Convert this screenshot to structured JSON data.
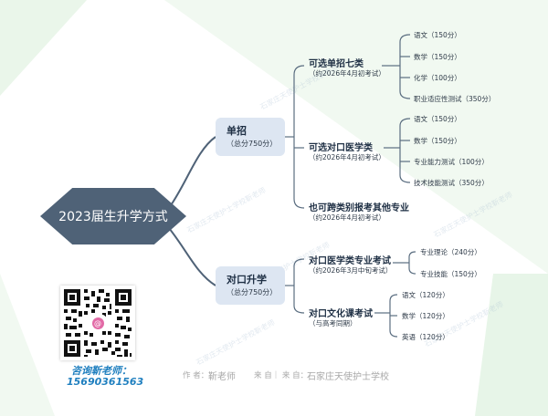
{
  "root": {
    "label": "2023届生升学方式"
  },
  "branches": [
    {
      "title": "单招",
      "subtitle": "（总分750分）",
      "options": [
        {
          "title": "可选单招七类",
          "note": "（约2026年4月初考试）",
          "subjects": [
            "语文（150分）",
            "数学（150分）",
            "化学（100分）",
            "职业适应性测试（350分）"
          ]
        },
        {
          "title": "可选对口医学类",
          "note": "（约2026年4月初考试）",
          "subjects": [
            "语文（150分）",
            "数学（150分）",
            "专业能力测试（100分）",
            "技术技能测试（350分）"
          ]
        },
        {
          "title": "也可跨类别报考其他专业",
          "note": "（约2026年4月初考试）",
          "subjects": []
        }
      ]
    },
    {
      "title": "对口升学",
      "subtitle": "（总分750分）",
      "options": [
        {
          "title": "对口医学类专业考试",
          "note": "（约2026年3月中旬考试）",
          "subjects": [
            "专业理论（240分）",
            "专业技能（150分）"
          ]
        },
        {
          "title": "对口文化课考试",
          "note": "（与高考同期）",
          "subjects": [
            "语文（120分）",
            "数学（120分）",
            "英语（120分）"
          ]
        }
      ]
    }
  ],
  "contact": {
    "label": "咨询靳老师：",
    "phone": "15690361563",
    "logo": "@"
  },
  "footer": {
    "author_label": "作 者：",
    "author": "靳老师",
    "source_label": "来 自｜ 来 自：",
    "source": "石家庄天使护士学校"
  },
  "watermark": "石家庄天使护士学校靳老师"
}
